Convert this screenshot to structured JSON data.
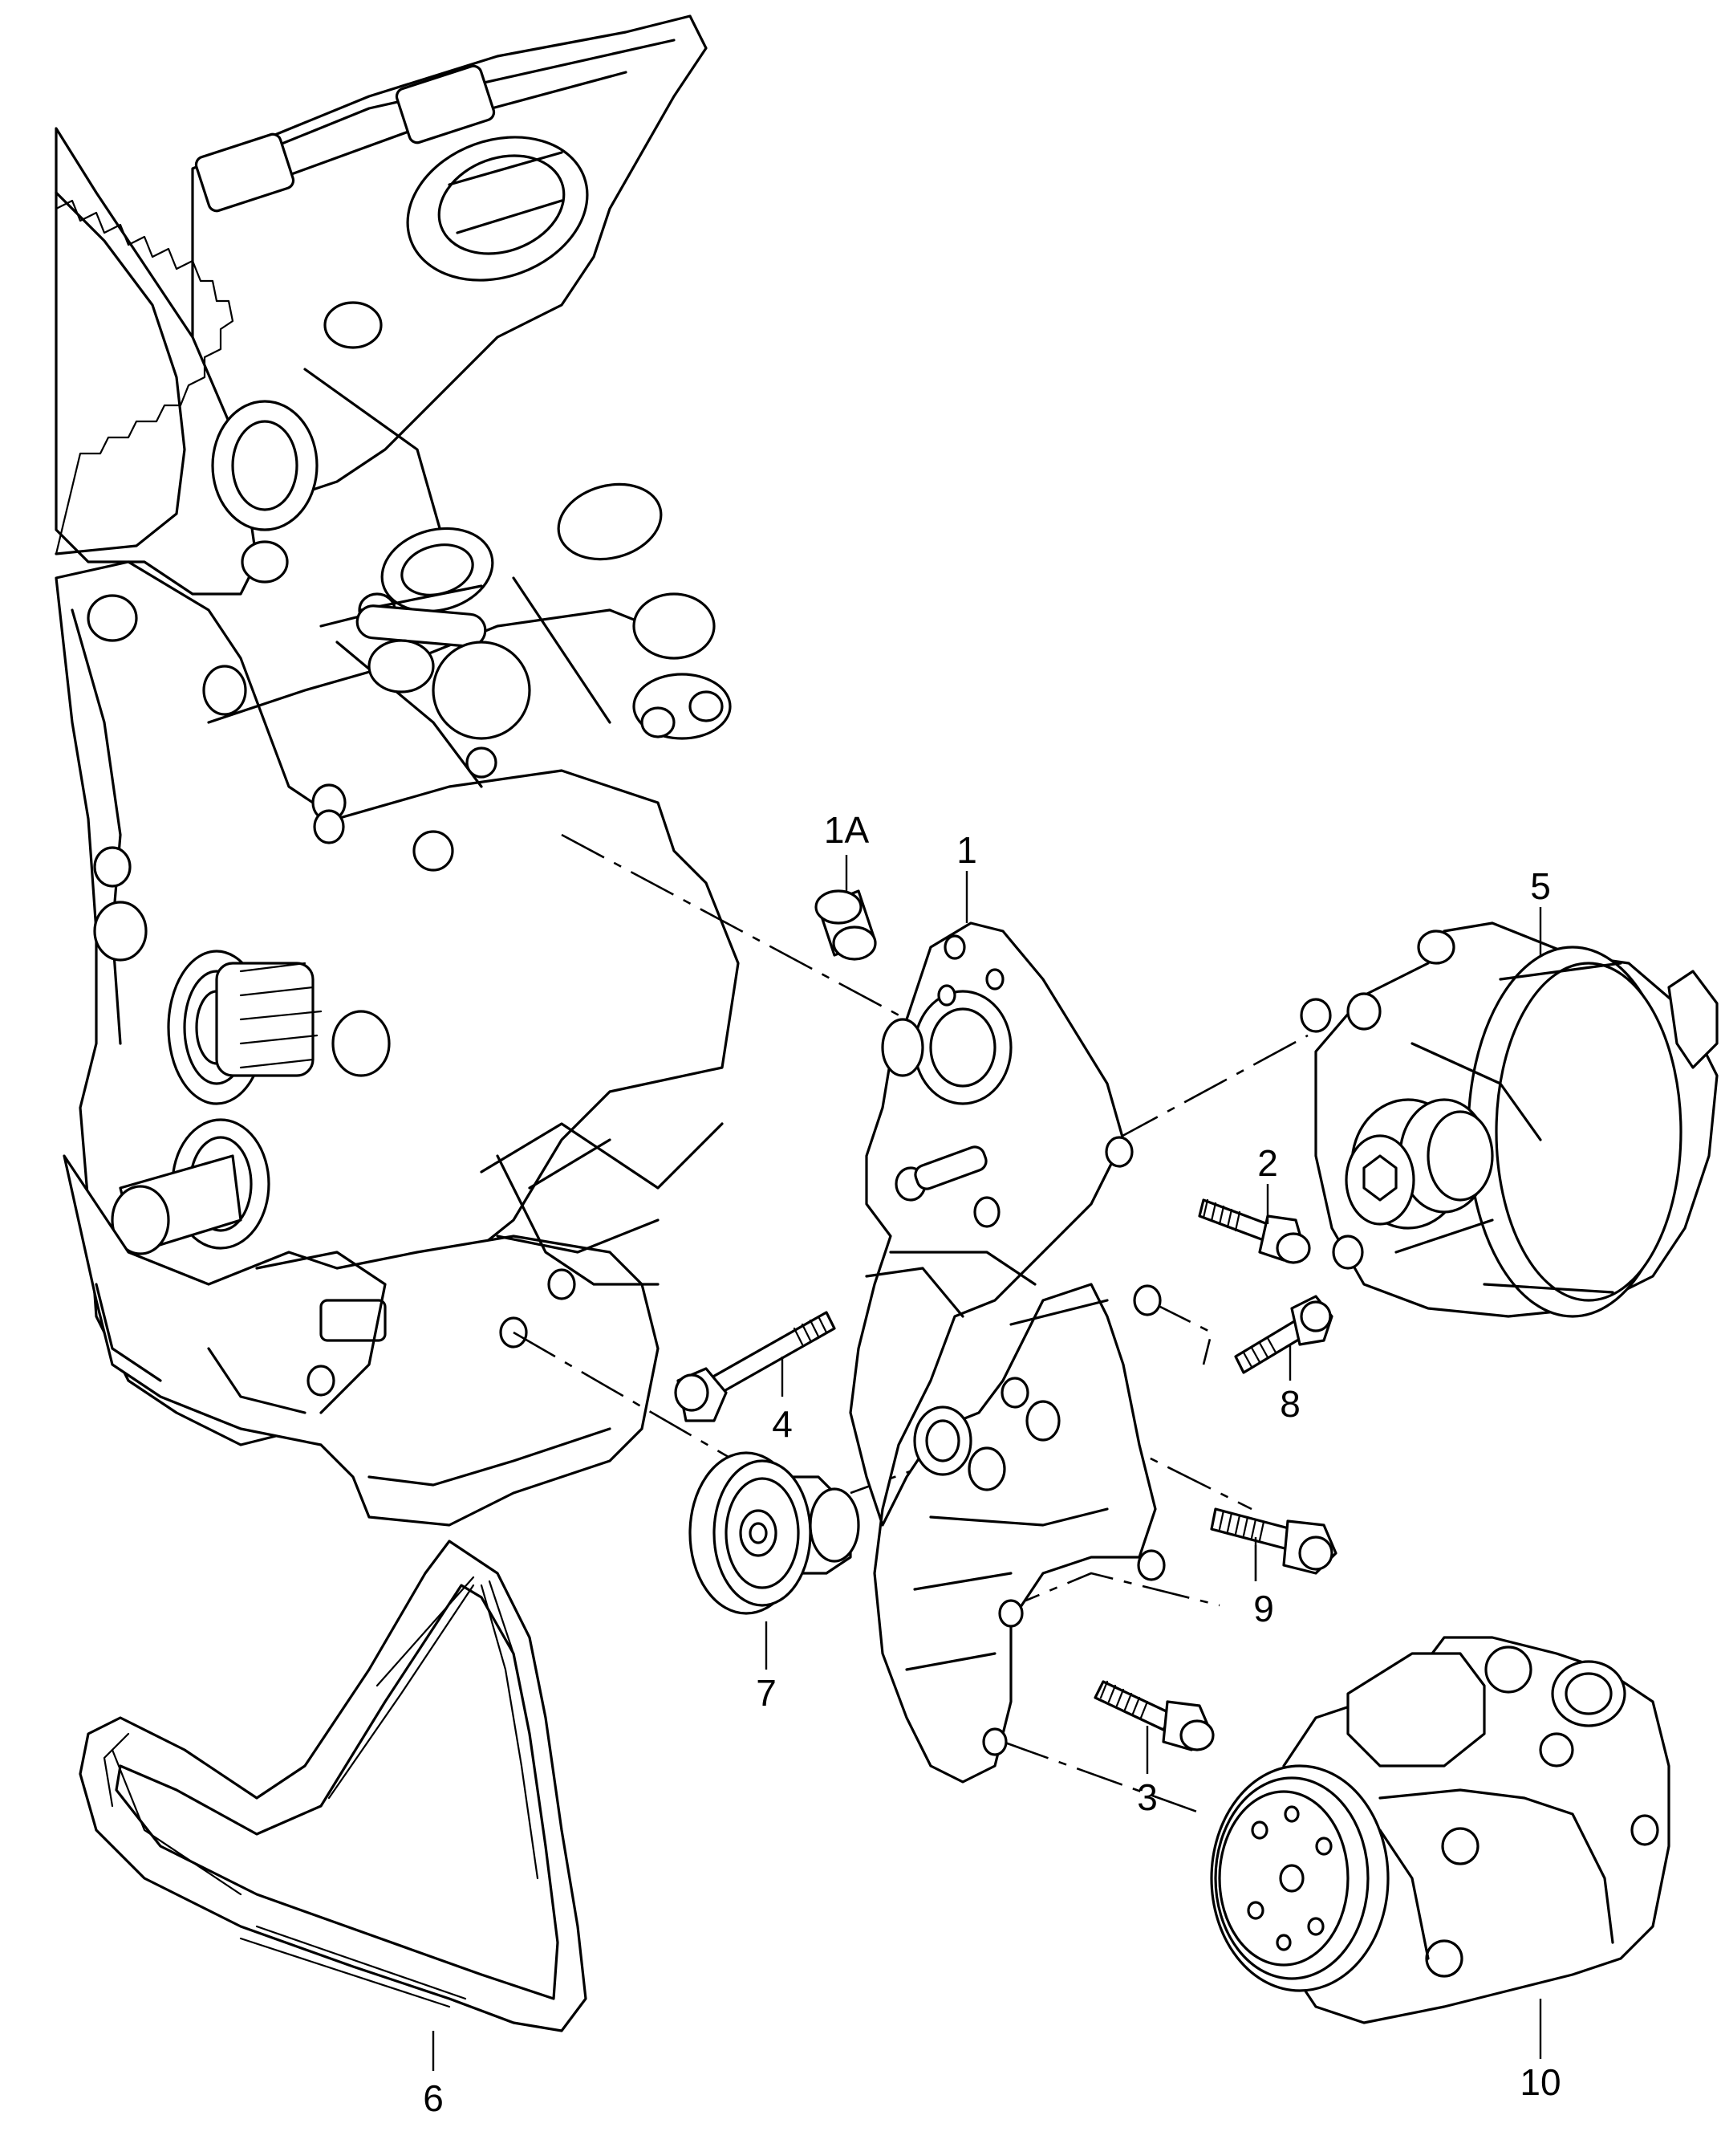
{
  "callouts": [
    {
      "id": "1A",
      "label": "1A"
    },
    {
      "id": "1",
      "label": "1"
    },
    {
      "id": "2",
      "label": "2"
    },
    {
      "id": "3",
      "label": "3"
    },
    {
      "id": "4",
      "label": "4"
    },
    {
      "id": "5",
      "label": "5"
    },
    {
      "id": "6",
      "label": "6"
    },
    {
      "id": "7",
      "label": "7"
    },
    {
      "id": "8",
      "label": "8"
    },
    {
      "id": "9",
      "label": "9"
    },
    {
      "id": "10",
      "label": "10"
    }
  ],
  "colors": {
    "line": "#000000",
    "background": "#ffffff"
  }
}
